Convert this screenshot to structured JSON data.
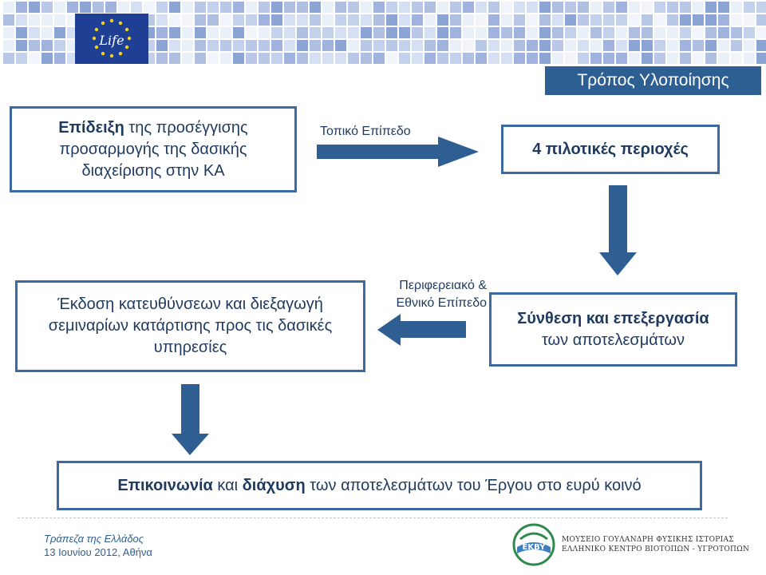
{
  "header": {
    "title": "Τρόπος Υλοποίησης",
    "logo_text": "Life",
    "mosaic_colors": [
      "#8aa5d4",
      "#b8c8e6",
      "#d7e0f2",
      "#eaf0f8",
      "#9fb3dc",
      "#c3d1ea",
      "#f2f5fa",
      "#aebfe2"
    ]
  },
  "colors": {
    "box_border": "#3a6aa0",
    "arrow": "#2f5f92",
    "text": "#1f3a5f",
    "title_bar": "#2e5f93"
  },
  "diagram": {
    "box1": {
      "bold": "Επίδειξη",
      "rest": " της προσέγγισης προσαρμογής της δασικής διαχείρισης στην ΚΑ"
    },
    "box2": {
      "text": "4 πιλοτικές περιοχές"
    },
    "box3": {
      "bold": "Σύνθεση και επεξεργασία",
      "rest": "των αποτελεσμάτων"
    },
    "box4": {
      "text": "Έκδοση κατευθύνσεων και διεξαγωγή σεμιναρίων κατάρτισης προς τις δασικές υπηρεσίες"
    },
    "box5": {
      "bold1": "Επικοινωνία",
      "mid1": " και ",
      "bold2": "διάχυση",
      "rest": " των αποτελεσμάτων του Έργου στο ευρύ κοινό"
    },
    "label_local": "Τοπικό Επίπεδο",
    "label_regional_1": "Περιφερειακό &",
    "label_regional_2": "Εθνικό Επίπεδο"
  },
  "footer": {
    "institution": "Τράπεζα της Ελλάδος",
    "date": "13 Ιουνίου 2012, Αθήνα",
    "org_logo_text": "EKBY",
    "org_line1": "ΜΟΥΣΕΙΟ ΓΟΥΛΑΝΔΡΗ ΦΥΣΙΚΗΣ ΙΣΤΟΡΙΑΣ",
    "org_line2": "ΕΛΛΗΝΙΚΟ ΚΕΝΤΡΟ ΒΙΟΤΟΠΩΝ - ΥΓΡΟΤΟΠΩΝ"
  }
}
